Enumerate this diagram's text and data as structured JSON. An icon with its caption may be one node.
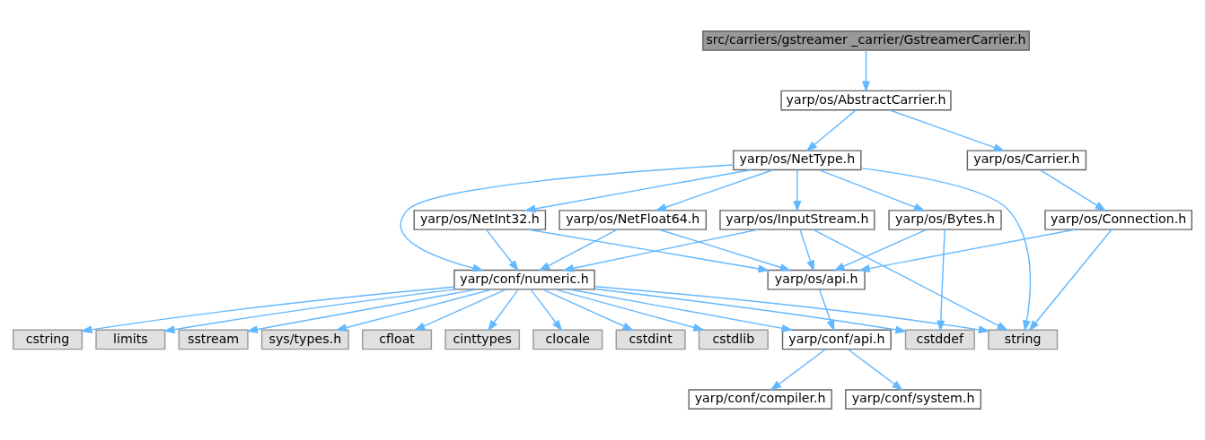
{
  "diagram": {
    "nodes": [
      {
        "text": [
          "src/carriers/gstreamer _carrier/GstreamerCarrier.h"
        ]
      },
      {
        "text": [
          "yarp/os/AbstractCarrier.h"
        ]
      },
      {
        "text": [
          "yarp/os/NetType.h"
        ]
      },
      {
        "text": [
          "yarp/os/Carrier.h"
        ]
      },
      {
        "text": [
          "yarp/os/NetInt32.h"
        ]
      },
      {
        "text": [
          "yarp/os/NetFloat64.h"
        ]
      },
      {
        "text": [
          "yarp/os/InputStream.h"
        ]
      },
      {
        "text": [
          "yarp/os/Bytes.h"
        ]
      },
      {
        "text": [
          "yarp/os/Connection.h"
        ]
      },
      {
        "text": [
          "yarp/conf/numeric.h"
        ]
      },
      {
        "text": [
          "yarp/os/api.h"
        ]
      },
      {
        "text": [
          "cstring"
        ]
      },
      {
        "text": [
          "limits"
        ]
      },
      {
        "text": [
          "sstream"
        ]
      },
      {
        "text": [
          "sys/types.h"
        ]
      },
      {
        "text": [
          "cfloat"
        ]
      },
      {
        "text": [
          "cinttypes"
        ]
      },
      {
        "text": [
          "clocale"
        ]
      },
      {
        "text": [
          "cstdint"
        ]
      },
      {
        "text": [
          "cstdlib"
        ]
      },
      {
        "text": [
          "yarp/conf/api.h"
        ]
      },
      {
        "text": [
          "cstddef"
        ]
      },
      {
        "text": [
          "string"
        ]
      },
      {
        "text": [
          "yarp/conf/compiler.h"
        ]
      },
      {
        "text": [
          "yarp/conf/system.h"
        ]
      }
    ],
    "edges": [
      {
        "from": 0,
        "to": 1,
        "arrow": "to"
      },
      {
        "from": 1,
        "to": 2,
        "arrow": "to"
      },
      {
        "from": 1,
        "to": 3,
        "arrow": "to"
      },
      {
        "from": 2,
        "to": 9,
        "arrow": "to"
      },
      {
        "from": 2,
        "to": 4,
        "arrow": "to"
      },
      {
        "from": 2,
        "to": 5,
        "arrow": "to"
      },
      {
        "from": 2,
        "to": 6,
        "arrow": "to"
      },
      {
        "from": 2,
        "to": 7,
        "arrow": "to"
      },
      {
        "from": 2,
        "to": 22,
        "arrow": "to"
      },
      {
        "from": 3,
        "to": 8,
        "arrow": "to"
      },
      {
        "from": 4,
        "to": 9,
        "arrow": "to"
      },
      {
        "from": 4,
        "to": 10,
        "arrow": "to"
      },
      {
        "from": 5,
        "to": 9,
        "arrow": "to"
      },
      {
        "from": 5,
        "to": 10,
        "arrow": "to"
      },
      {
        "from": 6,
        "to": 9,
        "arrow": "to"
      },
      {
        "from": 6,
        "to": 10,
        "arrow": "to"
      },
      {
        "from": 6,
        "to": 22,
        "arrow": "to"
      },
      {
        "from": 7,
        "to": 10,
        "arrow": "to"
      },
      {
        "from": 7,
        "to": 21,
        "arrow": "to"
      },
      {
        "from": 8,
        "to": 10,
        "arrow": "to"
      },
      {
        "from": 8,
        "to": 22,
        "arrow": "to"
      },
      {
        "from": 9,
        "to": 11,
        "arrow": "to"
      },
      {
        "from": 9,
        "to": 12,
        "arrow": "to"
      },
      {
        "from": 9,
        "to": 13,
        "arrow": "to"
      },
      {
        "from": 9,
        "to": 14,
        "arrow": "to"
      },
      {
        "from": 9,
        "to": 15,
        "arrow": "to"
      },
      {
        "from": 9,
        "to": 16,
        "arrow": "to"
      },
      {
        "from": 9,
        "to": 17,
        "arrow": "to"
      },
      {
        "from": 9,
        "to": 18,
        "arrow": "to"
      },
      {
        "from": 9,
        "to": 19,
        "arrow": "to"
      },
      {
        "from": 9,
        "to": 20,
        "arrow": "to"
      },
      {
        "from": 9,
        "to": 21,
        "arrow": "to"
      },
      {
        "from": 9,
        "to": 22,
        "arrow": "to"
      },
      {
        "from": 10,
        "to": 20,
        "arrow": "to"
      },
      {
        "from": 20,
        "to": 23,
        "arrow": "to"
      },
      {
        "from": 20,
        "to": 24,
        "arrow": "to"
      }
    ]
  }
}
